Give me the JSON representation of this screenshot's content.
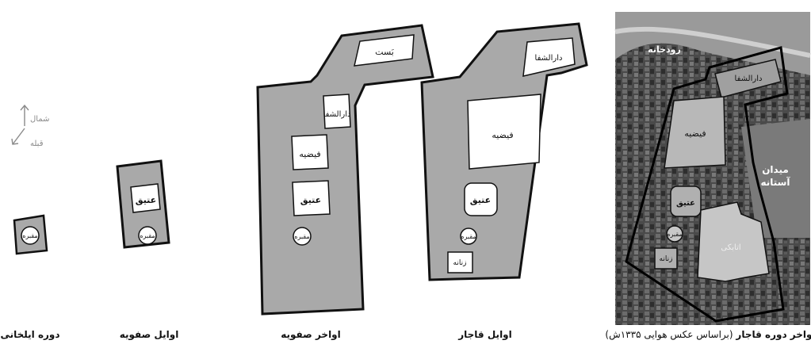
{
  "colors": {
    "site_fill": "#a9a9a9",
    "building_fill": "#ffffff",
    "outline": "#111111",
    "photo_dark": "#3f3f3f",
    "photo_mid": "#8a8a8a",
    "photo_light": "#cfcfcf",
    "compass": "#8a8a8a"
  },
  "compass": {
    "north_label": "شمال",
    "qibla_label": "قبله"
  },
  "labels": {
    "maqbare": "مقبره",
    "atiq": "عتیق",
    "feyziyeh": "فیضیه",
    "dar_al_shifa": "دارالشفا",
    "bast": "بَست",
    "zanane": "زنانه",
    "roodkhane": "رودخانه",
    "meydan_astane": "میدان آستانه",
    "atabaki": "اتابکی"
  },
  "captions": {
    "ilkhani": "دوره ایلخانی",
    "early_safavid": "اوایل صفویه",
    "late_safavid": "اواخر صفویه",
    "early_qajar": "اوایل قاجار",
    "late_qajar_bold": "اواخر دوره قاجار",
    "late_qajar_note": "(براساس عکس هوایی ۱۳۳۵ش)"
  }
}
